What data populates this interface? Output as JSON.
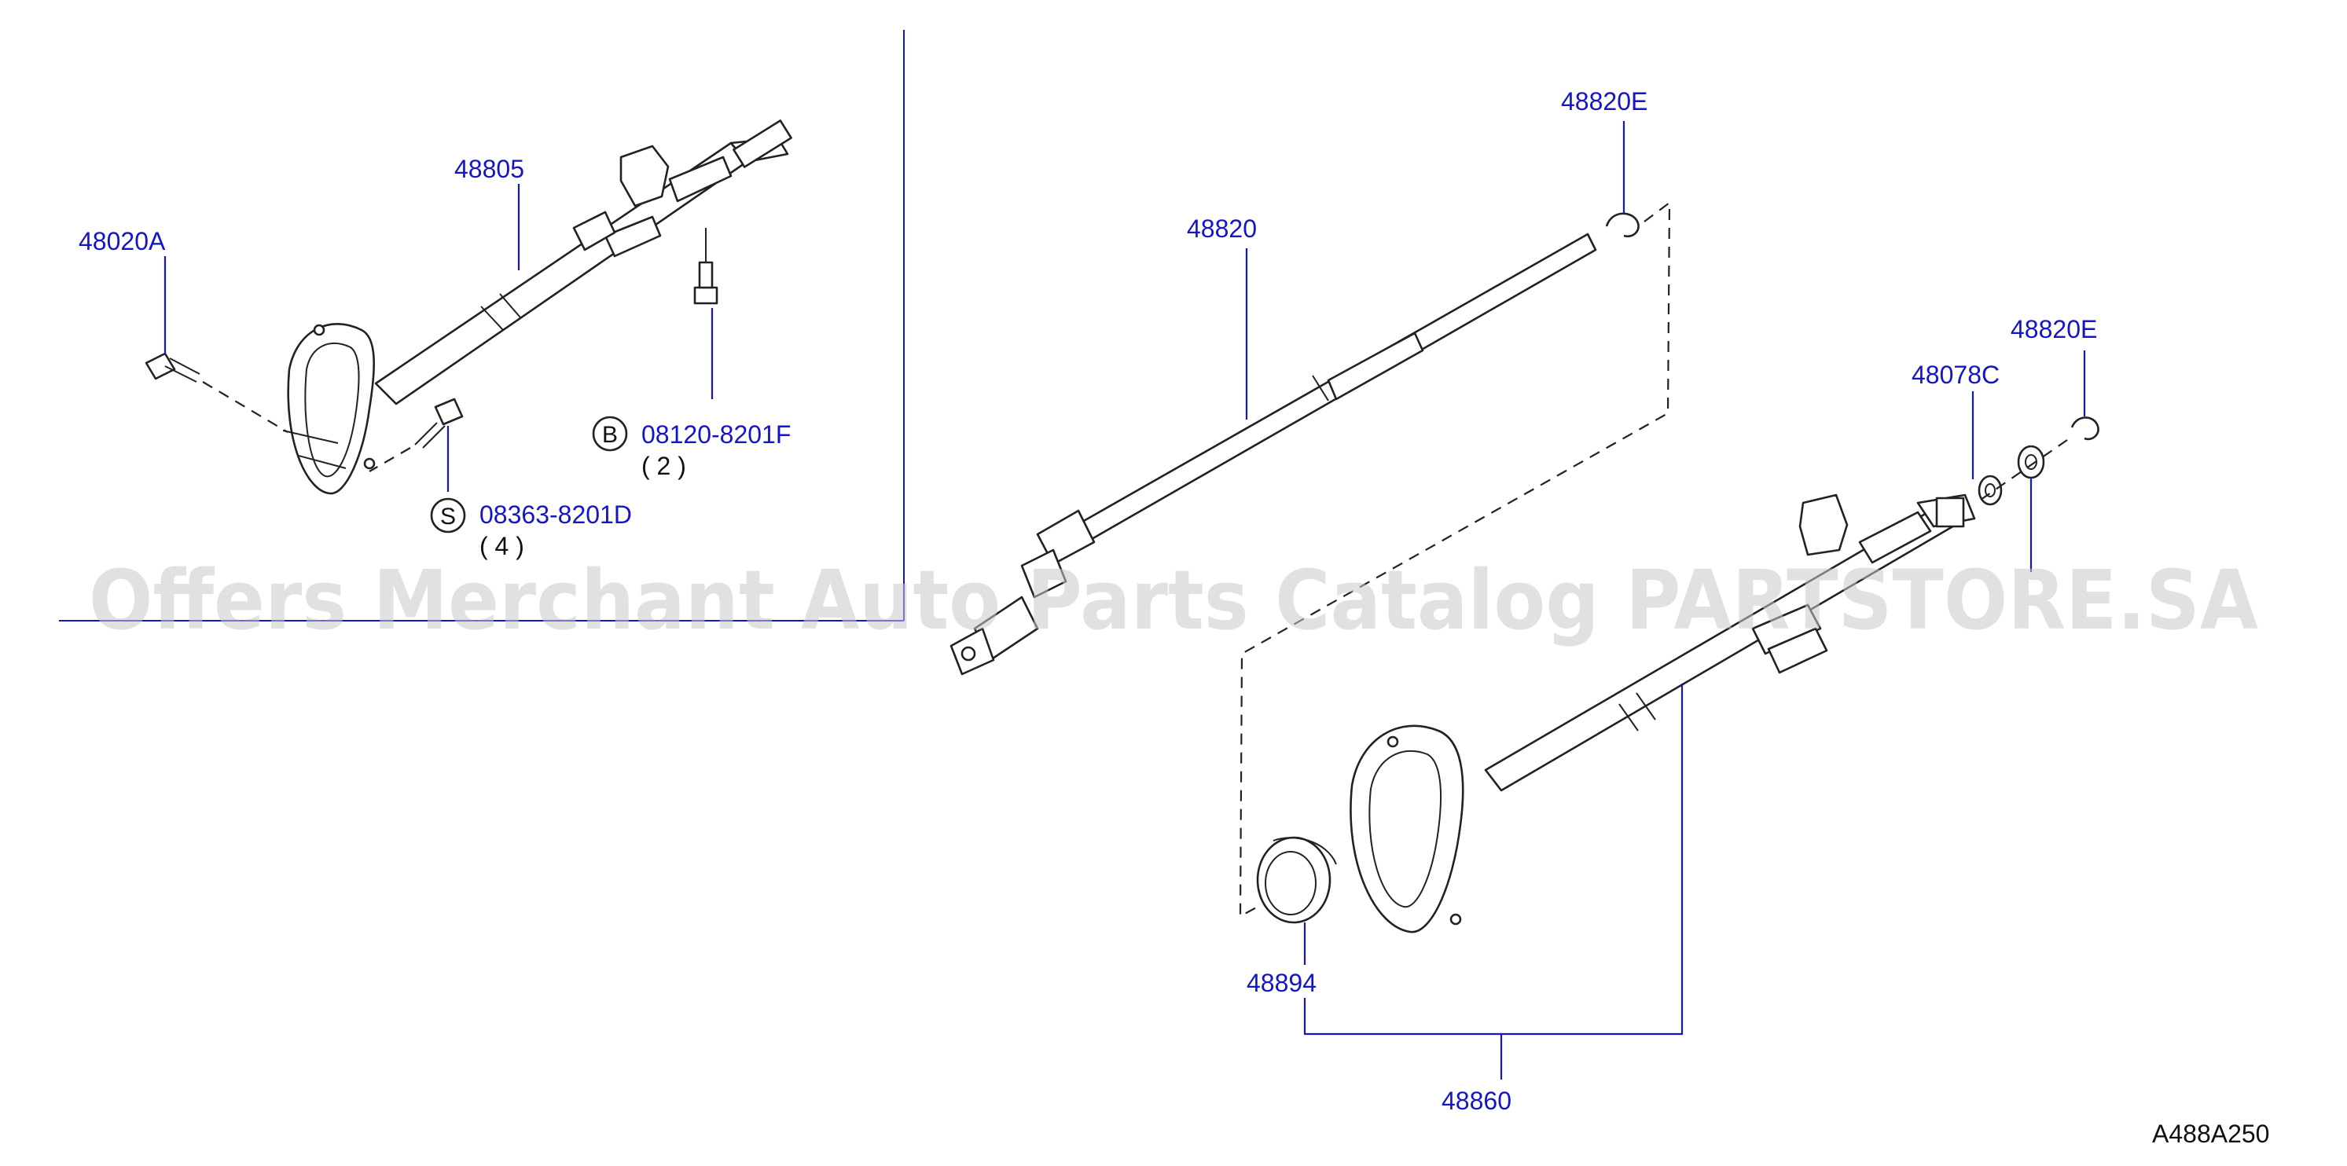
{
  "diagram": {
    "code": "A488A250",
    "watermark": "Offers Merchant Auto Parts Catalog PARTSTORE.SA",
    "labels": {
      "p48805": "48805",
      "p48020A": "48020A",
      "p08120": "08120-8201F",
      "p08120_letter": "B",
      "p08120_qty": "( 2 )",
      "p08363": "08363-8201D",
      "p08363_letter": "S",
      "p08363_qty": "( 4 )",
      "p48820": "48820",
      "p48820E_top": "48820E",
      "p48820E_right": "48820E",
      "p48078C": "48078C",
      "p48894": "48894",
      "p48860": "48860"
    },
    "colors": {
      "label": "#1515c8",
      "line": "#222222",
      "watermark": "#c8c8c8"
    }
  }
}
